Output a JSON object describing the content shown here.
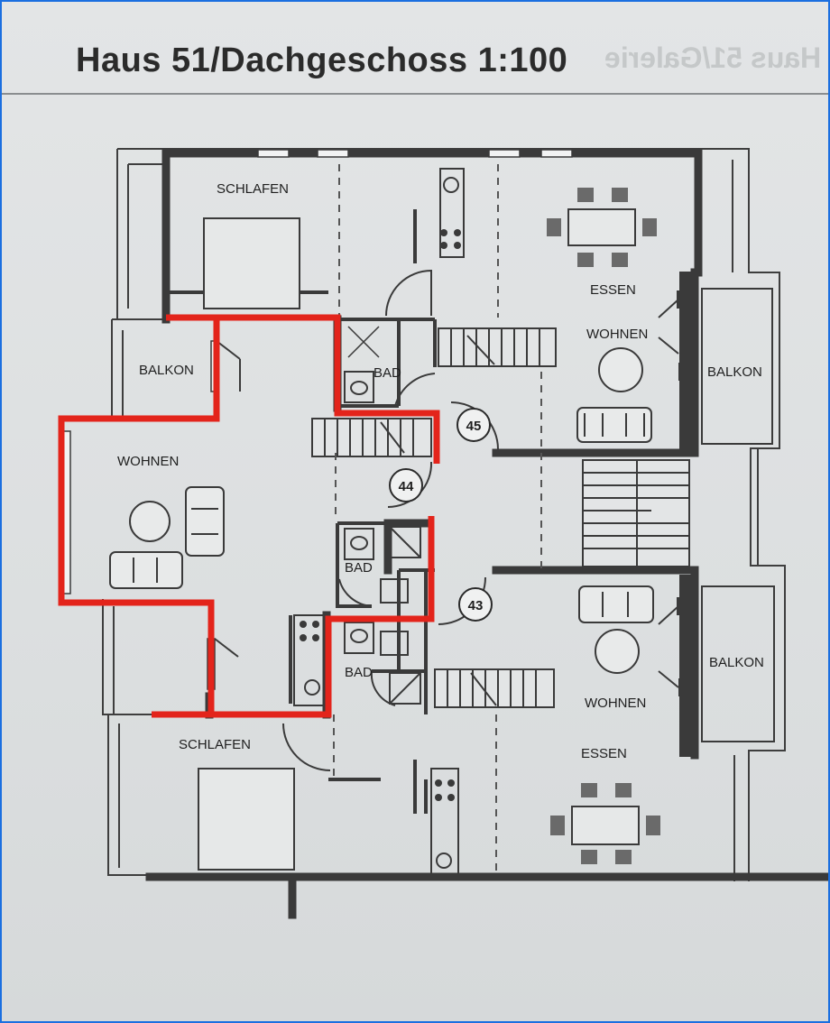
{
  "title": "Haus 51/Dachgeschoss 1:100",
  "mirrored_bleed_text": "Haus 51/Galerie",
  "colors": {
    "wall": "#3a3a3a",
    "highlight": "#e3241b",
    "paper": "#e0e2e3",
    "frame": "#1b6fe0"
  },
  "rooms": {
    "schlafen_top": "SCHLAFEN",
    "essen_top": "ESSEN",
    "wohnen_top_right": "WOHNEN",
    "balkon_top_right": "BALKON",
    "balkon_left": "BALKON",
    "wohnen_left": "WOHNEN",
    "bad_1": "BAD",
    "bad_2": "BAD",
    "bad_3": "BAD",
    "balkon_bottom_right": "BALKON",
    "wohnen_bottom_right": "WOHNEN",
    "essen_bottom": "ESSEN",
    "schlafen_bottom": "SCHLAFEN"
  },
  "unit_numbers": {
    "u45": "45",
    "u44": "44",
    "u43": "43"
  }
}
